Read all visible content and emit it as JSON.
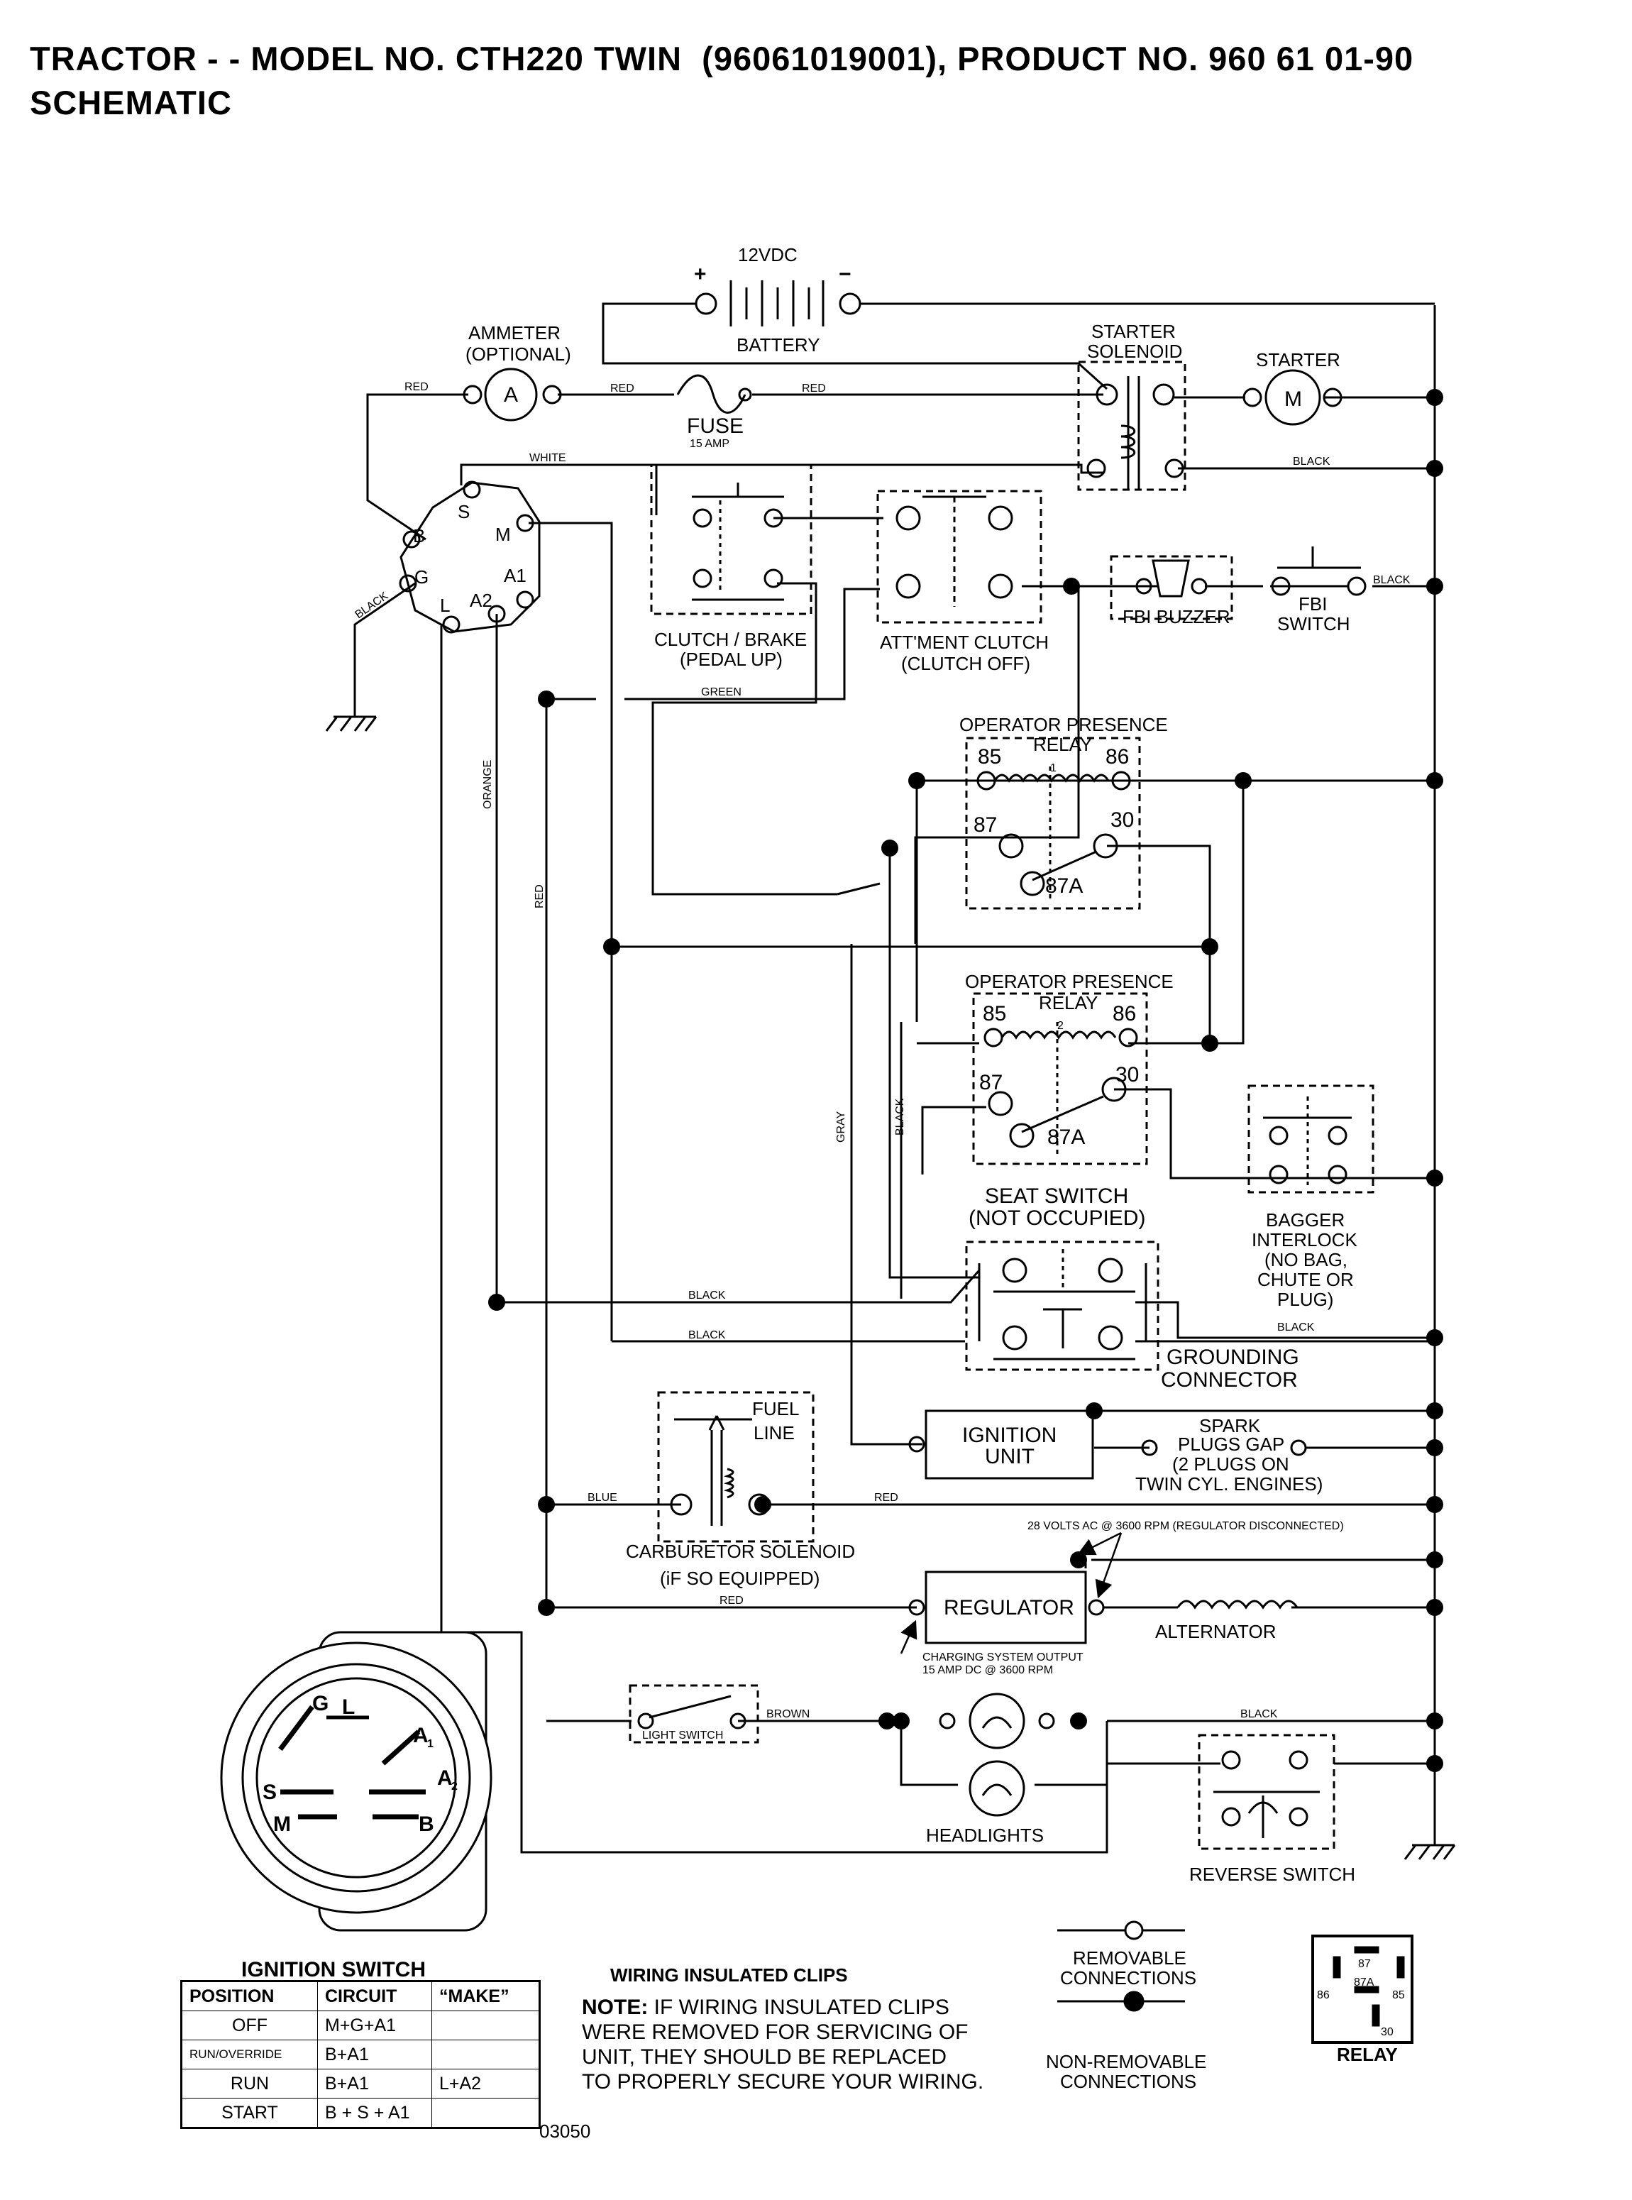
{
  "header": {
    "title": "TRACTOR - - MODEL NO. CTH220 TWIN  (96061019001), PRODUCT NO. 960 61 01-90",
    "subtitle": "SCHEMATIC"
  },
  "components": {
    "battery": {
      "label": "BATTERY",
      "voltage": "12VDC",
      "plus": "+",
      "minus": "−"
    },
    "ammeter": {
      "label1": "AMMETER",
      "label2": "(OPTIONAL)",
      "symbol": "A"
    },
    "fuse": {
      "label": "FUSE",
      "rating": "15 AMP"
    },
    "starter_solenoid": {
      "label1": "STARTER",
      "label2": "SOLENOID"
    },
    "starter": {
      "label": "STARTER",
      "symbol": "M"
    },
    "clutch_brake": {
      "label1": "CLUTCH / BRAKE",
      "label2": "(PEDAL UP)"
    },
    "attment_clutch": {
      "label1": "ATT'MENT CLUTCH",
      "label2": "(CLUTCH OFF)"
    },
    "fbi_buzzer": {
      "label": "FBI BUZZER"
    },
    "fbi_switch": {
      "label1": "FBI",
      "label2": "SWITCH"
    },
    "relay1": {
      "label1": "OPERATOR PRESENCE",
      "label2": "RELAY",
      "num": "1",
      "t85": "85",
      "t86": "86",
      "t87": "87",
      "t30": "30",
      "t87a": "87A"
    },
    "relay2": {
      "label1": "OPERATOR PRESENCE",
      "label2": "RELAY",
      "num": "2",
      "t85": "85",
      "t86": "86",
      "t87": "87",
      "t30": "30",
      "t87a": "87A"
    },
    "seat_switch": {
      "label1": "SEAT SWITCH",
      "label2": "(NOT OCCUPIED)"
    },
    "bagger": {
      "lines": [
        "BAGGER",
        "INTERLOCK",
        "(NO BAG,",
        "CHUTE OR",
        "PLUG)"
      ]
    },
    "grounding": {
      "label1": "GROUNDING",
      "label2": "CONNECTOR"
    },
    "ignition_unit": {
      "label1": "IGNITION",
      "label2": "UNIT"
    },
    "spark_plugs": {
      "lines": [
        "SPARK",
        "PLUGS GAP",
        "(2 PLUGS ON",
        "TWIN CYL. ENGINES)"
      ]
    },
    "fuel_line": {
      "label1": "FUEL",
      "label2": "LINE"
    },
    "carb_solenoid": {
      "label1": "CARBURETOR SOLENOID",
      "label2": "(iF SO EQUIPPED)"
    },
    "regulator": {
      "label": "REGULATOR",
      "ac_note": "28 VOLTS AC @ 3600 RPM (REGULATOR DISCONNECTED)",
      "dc_note1": "CHARGING SYSTEM OUTPUT",
      "dc_note2": "15 AMP DC @ 3600 RPM"
    },
    "alternator": {
      "label": "ALTERNATOR"
    },
    "light_switch": {
      "label": "LIGHT SWITCH"
    },
    "headlights": {
      "label": "HEADLIGHTS"
    },
    "reverse_switch": {
      "label": "REVERSE SWITCH"
    },
    "ignition_terminals": {
      "S": "S",
      "M": "M",
      "B": "B",
      "G": "G",
      "L": "L",
      "A2": "A2",
      "A1": "A1"
    }
  },
  "wire_labels": {
    "red": "RED",
    "white": "WHITE",
    "black": "BLACK",
    "green": "GREEN",
    "orange": "ORANGE",
    "gray": "GRAY",
    "blue": "BLUE",
    "brown": "BROWN"
  },
  "ignition_face": {
    "G": "G",
    "L": "L",
    "A1": "A",
    "A1_sub": "1",
    "A2": "A",
    "A2_sub": "2",
    "S": "S",
    "M": "M",
    "B": "B"
  },
  "ignition_table": {
    "title": "IGNITION SWITCH",
    "headers": [
      "POSITION",
      "CIRCUIT",
      "“MAKE”"
    ],
    "rows": [
      [
        "OFF",
        "M+G+A1",
        ""
      ],
      [
        "RUN/OVERRIDE",
        "B+A1",
        ""
      ],
      [
        "RUN",
        "B+A1",
        "L+A2"
      ],
      [
        "START",
        "B + S + A1",
        ""
      ]
    ]
  },
  "notes": {
    "clips_title": "WIRING INSULATED CLIPS",
    "note_bold": "NOTE:",
    "note_lines": [
      " IF WIRING INSULATED CLIPS",
      "WERE REMOVED FOR SERVICING OF",
      "UNIT, THEY SHOULD BE REPLACED",
      "TO PROPERLY SECURE YOUR WIRING."
    ],
    "drawing_no": "03050"
  },
  "legend": {
    "removable1": "REMOVABLE",
    "removable2": "CONNECTIONS",
    "nonremovable1": "NON-REMOVABLE",
    "nonremovable2": "CONNECTIONS",
    "relay_title": "RELAY",
    "relay_pins": {
      "p87": "87",
      "p87a": "87A",
      "p86": "86",
      "p85": "85",
      "p30": "30"
    }
  }
}
